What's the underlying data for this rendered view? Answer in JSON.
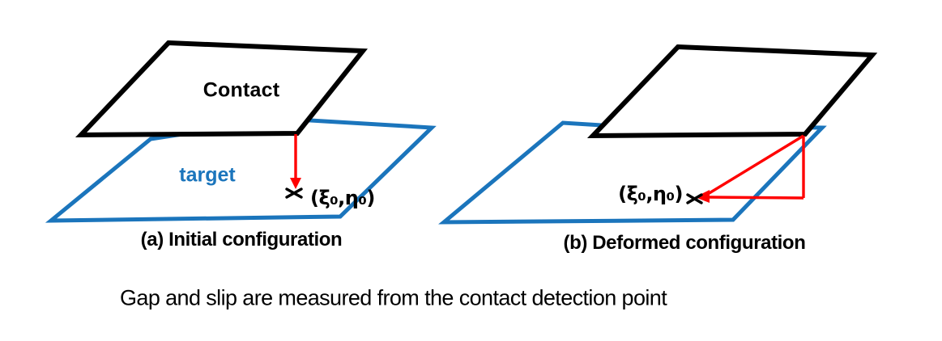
{
  "figure": {
    "panels": [
      {
        "id": "a",
        "contact_label": "Contact",
        "target_label": "target",
        "point_label": "(ξ₀,η₀)",
        "caption": "(a) Initial configuration"
      },
      {
        "id": "b",
        "point_label": "(ξ₀,η₀)",
        "caption": "(b) Deformed configuration"
      }
    ],
    "footnote": "Gap and slip are measured from the contact detection point",
    "colors": {
      "contact_edge": "#000000",
      "target_edge": "#1B75BC",
      "annotation_red": "#FF0000",
      "text": "#000000",
      "background": "#FFFFFF"
    }
  }
}
